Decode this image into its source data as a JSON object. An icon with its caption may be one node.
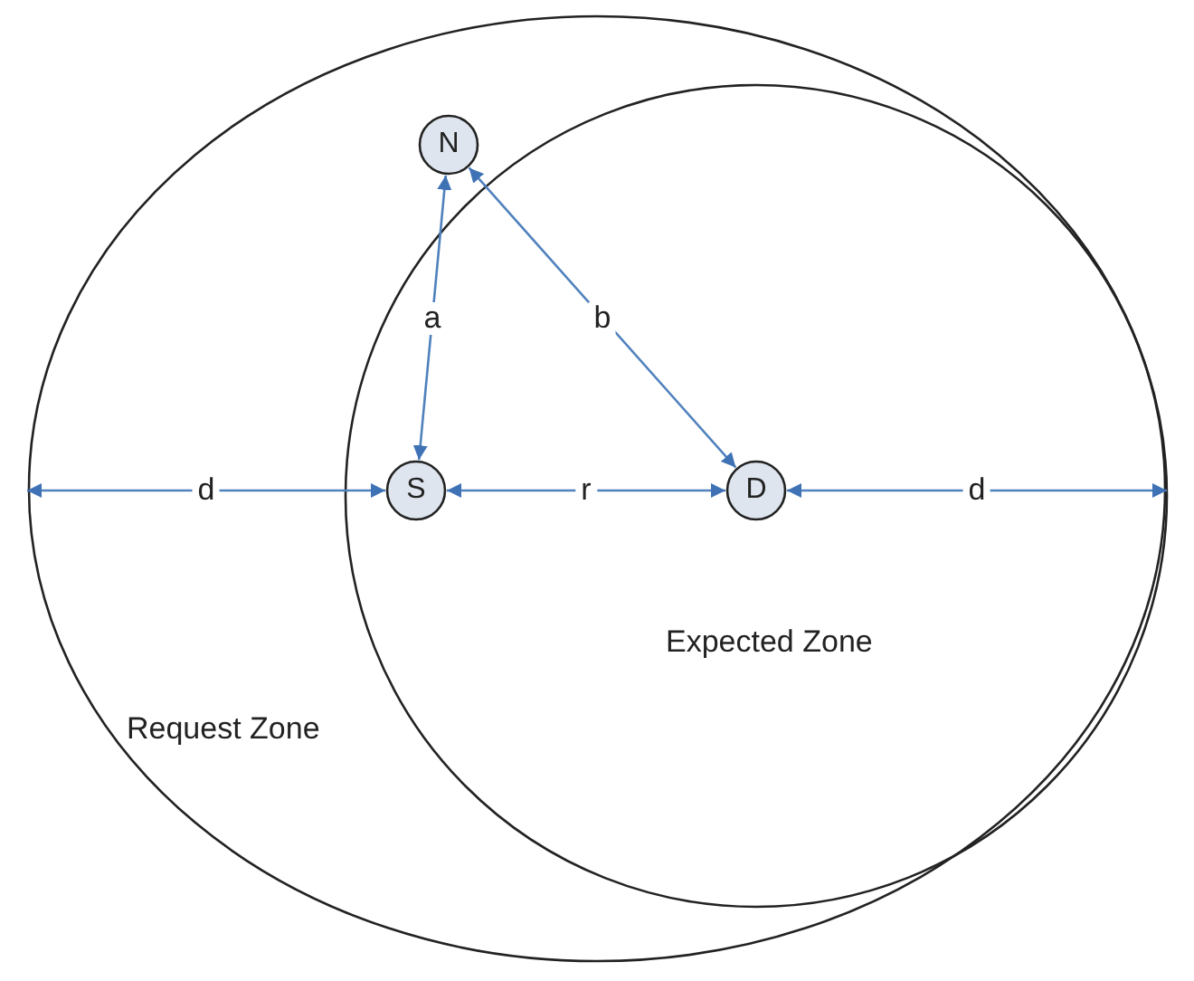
{
  "diagram": {
    "nodes": [
      {
        "text": [
          "Request Zone"
        ]
      },
      {
        "text": [
          "Expected Zone"
        ],
        "in": 0
      },
      {
        "text": [
          "N"
        ],
        "in": 0
      },
      {
        "text": [
          "S"
        ],
        "in": 1
      },
      {
        "text": [
          "D"
        ],
        "in": 1
      }
    ],
    "edges": [
      {
        "from": 3,
        "to": 2,
        "arrow": "both",
        "label": "a"
      },
      {
        "from": 2,
        "to": 4,
        "arrow": "both",
        "label": "b"
      },
      {
        "from": 3,
        "to": 4,
        "arrow": "both",
        "label": "r"
      },
      {
        "from": 0,
        "to": 3,
        "arrow": "both",
        "label": "d"
      },
      {
        "from": 4,
        "to": 0,
        "arrow": "both",
        "label": "d"
      }
    ]
  }
}
